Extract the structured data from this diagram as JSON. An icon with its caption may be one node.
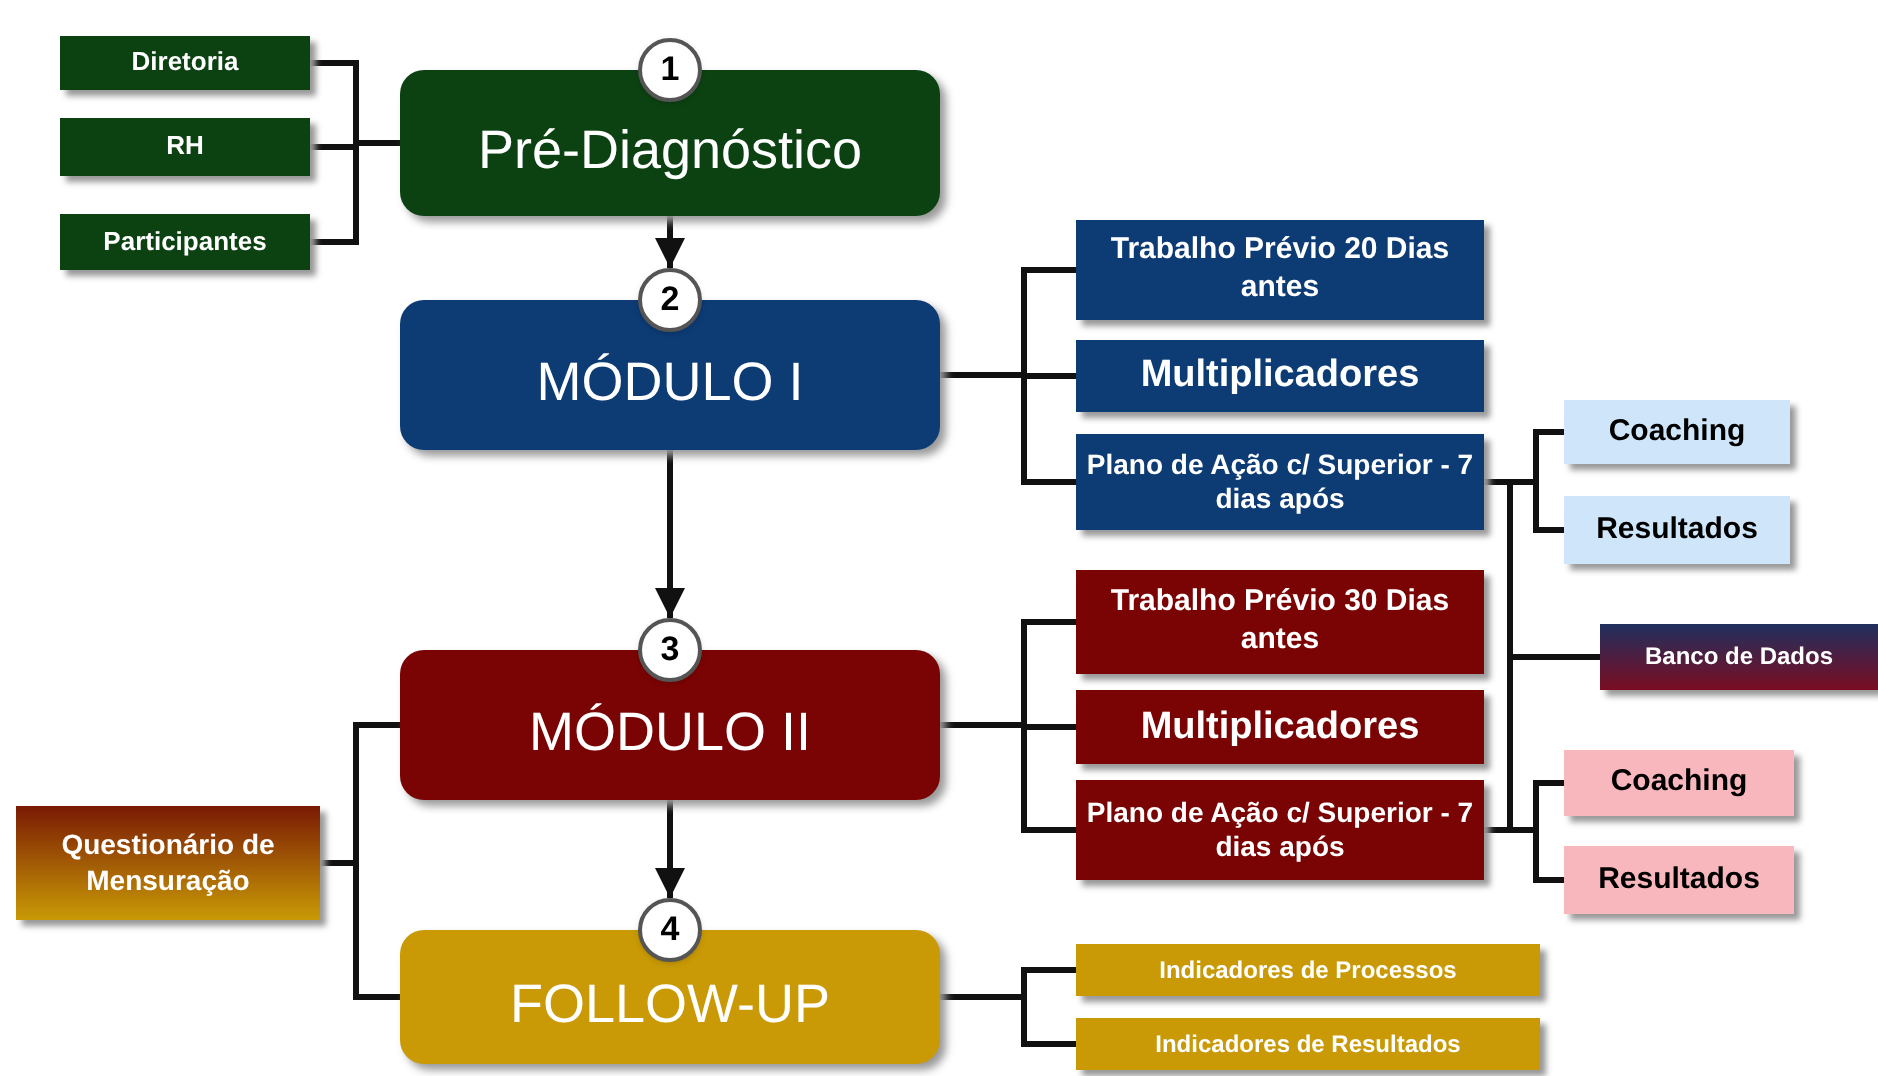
{
  "diagram": {
    "nodes": [
      {
        "text": [
          "Diretoria"
        ]
      },
      {
        "text": [
          "RH"
        ]
      },
      {
        "text": [
          "Participantes"
        ]
      },
      {
        "text": [
          "1",
          "Pré-Diagnóstico"
        ]
      },
      {
        "text": [
          "2",
          "MÓDULO I"
        ]
      },
      {
        "text": [
          "Trabalho Prévio 20 Dias antes"
        ]
      },
      {
        "text": [
          "Multiplicadores"
        ]
      },
      {
        "text": [
          "Plano de Ação c/ Superior - 7 dias após"
        ]
      },
      {
        "text": [
          "Coaching"
        ]
      },
      {
        "text": [
          "Resultados"
        ]
      },
      {
        "text": [
          "Banco de Dados"
        ]
      },
      {
        "text": [
          "3",
          "MÓDULO II"
        ]
      },
      {
        "text": [
          "Trabalho Prévio 30 Dias antes"
        ]
      },
      {
        "text": [
          "Multiplicadores"
        ]
      },
      {
        "text": [
          "Plano de Ação c/ Superior - 7 dias após"
        ]
      },
      {
        "text": [
          "Questionário de Mensuração"
        ]
      },
      {
        "text": [
          "Coaching"
        ]
      },
      {
        "text": [
          "Resultados"
        ]
      },
      {
        "text": [
          "4",
          "FOLLOW-UP"
        ]
      },
      {
        "text": [
          "Indicadores de Processos"
        ]
      },
      {
        "text": [
          "Indicadores de Resultados"
        ]
      }
    ],
    "edges": [
      {
        "from": 0,
        "to": 3,
        "arrow": "none"
      },
      {
        "from": 1,
        "to": 3,
        "arrow": "none"
      },
      {
        "from": 2,
        "to": 3,
        "arrow": "none"
      },
      {
        "from": 3,
        "to": 4,
        "arrow": "to"
      },
      {
        "from": 4,
        "to": 5,
        "arrow": "none"
      },
      {
        "from": 4,
        "to": 6,
        "arrow": "none"
      },
      {
        "from": 4,
        "to": 7,
        "arrow": "none"
      },
      {
        "from": 7,
        "to": 8,
        "arrow": "none"
      },
      {
        "from": 7,
        "to": 9,
        "arrow": "none"
      },
      {
        "from": 7,
        "to": 10,
        "arrow": "none"
      },
      {
        "from": 4,
        "to": 11,
        "arrow": "to"
      },
      {
        "from": 11,
        "to": 12,
        "arrow": "none"
      },
      {
        "from": 11,
        "to": 13,
        "arrow": "none"
      },
      {
        "from": 11,
        "to": 14,
        "arrow": "none"
      },
      {
        "from": 14,
        "to": 10,
        "arrow": "none"
      },
      {
        "from": 14,
        "to": 16,
        "arrow": "none"
      },
      {
        "from": 14,
        "to": 17,
        "arrow": "none"
      },
      {
        "from": 15,
        "to": 11,
        "arrow": "none"
      },
      {
        "from": 15,
        "to": 18,
        "arrow": "none"
      },
      {
        "from": 11,
        "to": 18,
        "arrow": "to"
      },
      {
        "from": 18,
        "to": 19,
        "arrow": "none"
      },
      {
        "from": 18,
        "to": 20,
        "arrow": "none"
      }
    ]
  }
}
